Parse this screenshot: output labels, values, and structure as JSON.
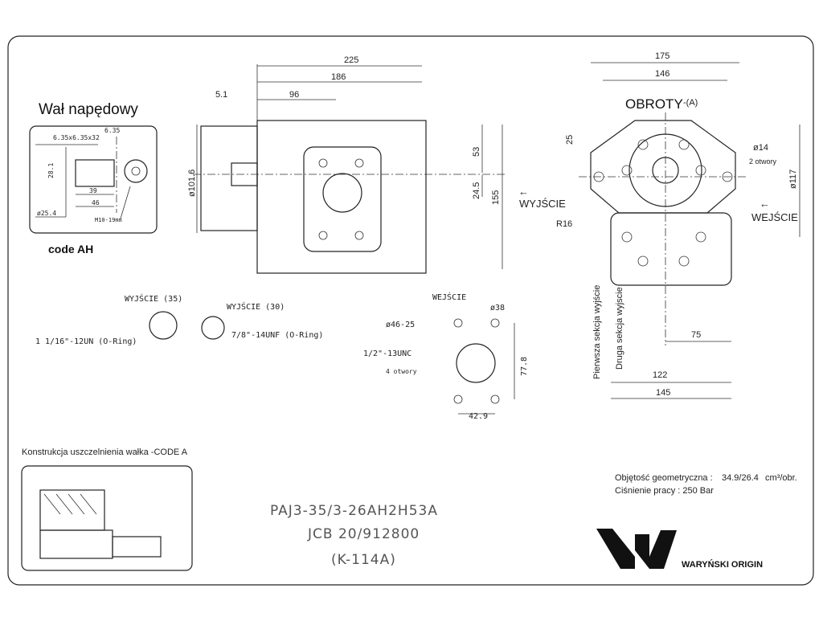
{
  "shaft": {
    "title": "Wał napędowy",
    "code": "code AH",
    "key": "6.35x6.35x32",
    "d635": "6.35",
    "d281": "28.1",
    "d39": "39",
    "d46": "46",
    "d254": "ø25.4",
    "thread": "M10-19mm"
  },
  "side_view": {
    "d225": "225",
    "d186": "186",
    "d96": "96",
    "d51": "5.1",
    "d1016": "ø101.6",
    "d53": "53",
    "d245": "24.5",
    "d155": "155",
    "outlet": "WYJŚCIE"
  },
  "front_view": {
    "d175": "175",
    "d146": "146",
    "rotation": "OBROTY",
    "rotation_dir": "-(A)",
    "d25": "25",
    "d14": "ø14",
    "holes2": "2 otwory",
    "d117": "ø117",
    "r16": "R16",
    "inlet": "WEJŚCIE",
    "first_section": "Pierwsza sekcja wyjście",
    "second_section": "Druga sekcja wyjscie",
    "d75": "75",
    "d122": "122",
    "d145": "145"
  },
  "ports": {
    "out35": {
      "label": "WYJŚCIE (35)",
      "thread": "1 1/16\"-12UN (O-Ring)"
    },
    "out30": {
      "label": "WYJŚCIE (30)",
      "thread": "7/8\"-14UNF (O-Ring)"
    },
    "inlet": {
      "label": "WEJŚCIE",
      "d38": "ø38",
      "d46": "ø46-25",
      "thread": "1/2\"-13UNC",
      "holes": "4 otwory",
      "d778": "77.8",
      "d429": "42.9"
    }
  },
  "seal": {
    "title": "Konstrukcja uszczelnienia wałka -CODE A"
  },
  "model": {
    "line1": "PAJ3-35/3-26AH2H53A",
    "line2": "JCB 20/912800",
    "line3": "(K-114A)"
  },
  "specs": {
    "volume_label": "Objętość geometryczna :",
    "volume_value": "34.9/26.4",
    "volume_unit": "cm³/obr.",
    "pressure": "Ciśnienie pracy : 250 Bar"
  },
  "logo": {
    "text": "WARYŃSKI ORIGIN"
  }
}
